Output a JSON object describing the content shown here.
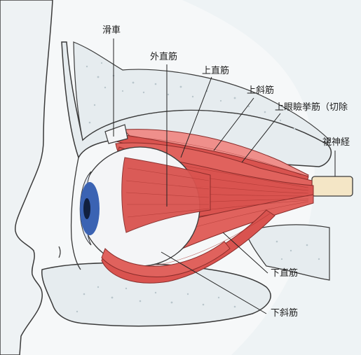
{
  "labels": {
    "trochlea": "滑車",
    "lateral_rectus": "外直筋",
    "superior_rectus": "上直筋",
    "superior_oblique": "上斜筋",
    "levator": "上眼瞼挙筋（切除",
    "optic_nerve": "視神経",
    "inferior_rectus": "下直筋",
    "inferior_oblique": "下斜筋"
  },
  "colors": {
    "muscle": "#d9534f",
    "muscle_light": "#ef8f8b",
    "bone": "#e6ecef",
    "bone_texture": "#b9c6cc",
    "outline": "#3a3a3a",
    "iris": "#3b63b3",
    "sclera": "#f7f7f7",
    "optic_nerve": "#f4e6c6",
    "background_tint": "#f0f4f6"
  }
}
